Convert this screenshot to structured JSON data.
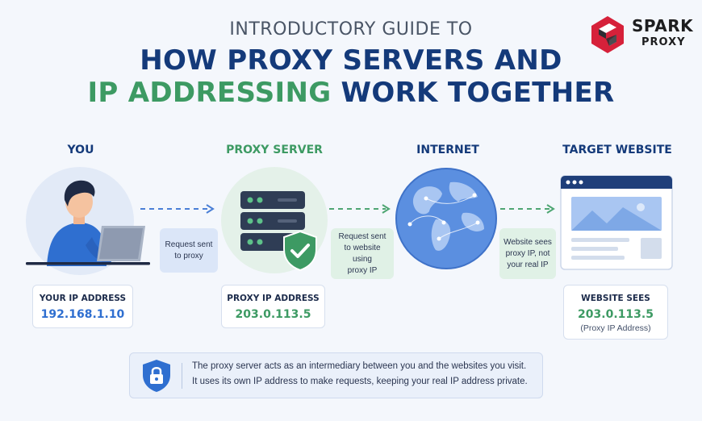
{
  "header": {
    "subtitle": "INTRODUCTORY GUIDE TO",
    "title_line1": "HOW PROXY SERVERS AND",
    "title_line2_highlight": "IP ADDRESSING",
    "title_line2_rest": " WORK TOGETHER"
  },
  "logo": {
    "brand": "SPARK",
    "sub": "PROXY",
    "colors": {
      "red": "#d6213a",
      "dark": "#2d2d33"
    }
  },
  "columns": {
    "you": {
      "label": "YOU",
      "color": "#143a7a"
    },
    "proxy": {
      "label": "PROXY SERVER",
      "color": "#3d9a63"
    },
    "internet": {
      "label": "INTERNET",
      "color": "#143a7a"
    },
    "target": {
      "label": "TARGET WEBSITE",
      "color": "#143a7a"
    }
  },
  "steps": {
    "s1": {
      "line1": "Request sent",
      "line2": "to proxy"
    },
    "s2": {
      "line1": "Request sent",
      "line2": "to website using",
      "line3": "proxy IP"
    },
    "s3": {
      "line1": "Website sees",
      "line2": "proxy IP, not",
      "line3": "your real IP"
    }
  },
  "info": {
    "you": {
      "label": "YOUR IP ADDRESS",
      "value": "192.168.1.10"
    },
    "proxy": {
      "label": "PROXY IP ADDRESS",
      "value": "203.0.113.5"
    },
    "target": {
      "label": "WEBSITE SEES",
      "value": "203.0.113.5",
      "note": "(Proxy IP Address)"
    }
  },
  "note": {
    "line1": "The proxy server acts as an intermediary between you and the websites you visit.",
    "line2": "It uses its own IP address to make requests, keeping your real IP address private."
  },
  "icons": [
    "person-laptop-icon",
    "server-icon",
    "shield-check-icon",
    "globe-icon",
    "browser-window-icon",
    "lock-icon",
    "arrow-right-icon"
  ],
  "accent_colors": {
    "navy": "#143a7a",
    "green": "#3d9a63",
    "blue": "#2f6fd0"
  }
}
